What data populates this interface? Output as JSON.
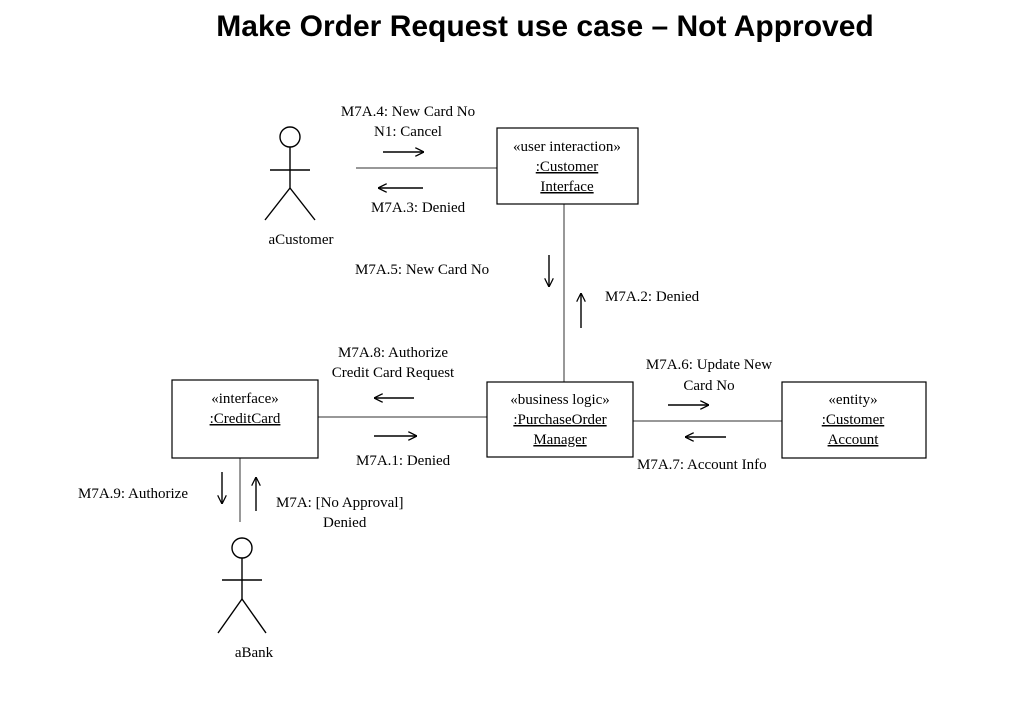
{
  "title": "Make Order Request use case – Not Approved",
  "actors": {
    "customer": "aCustomer",
    "bank": "aBank"
  },
  "objects": {
    "customer_interface": {
      "stereotype": "«user interaction»",
      "name_line1": ":Customer",
      "name_line2": "Interface"
    },
    "purchase_order_manager": {
      "stereotype": "«business logic»",
      "name_line1": ":PurchaseOrder",
      "name_line2": "Manager"
    },
    "credit_card": {
      "stereotype": "«interface»",
      "name_line1": ":CreditCard"
    },
    "customer_account": {
      "stereotype": "«entity»",
      "name_line1": ":Customer",
      "name_line2": "Account"
    }
  },
  "messages": {
    "m7a4_line1": "M7A.4: New Card No",
    "m7a4_line2": "N1: Cancel",
    "m7a3": "M7A.3: Denied",
    "m7a5": "M7A.5: New Card No",
    "m7a2": "M7A.2: Denied",
    "m7a8_line1": "M7A.8: Authorize",
    "m7a8_line2": "Credit Card Request",
    "m7a1": "M7A.1: Denied",
    "m7a6_line1": "M7A.6: Update New",
    "m7a6_line2": "Card No",
    "m7a7": "M7A.7: Account Info",
    "m7a9": "M7A.9: Authorize",
    "m7a_line1": "M7A: [No Approval]",
    "m7a_line2": "Denied"
  }
}
